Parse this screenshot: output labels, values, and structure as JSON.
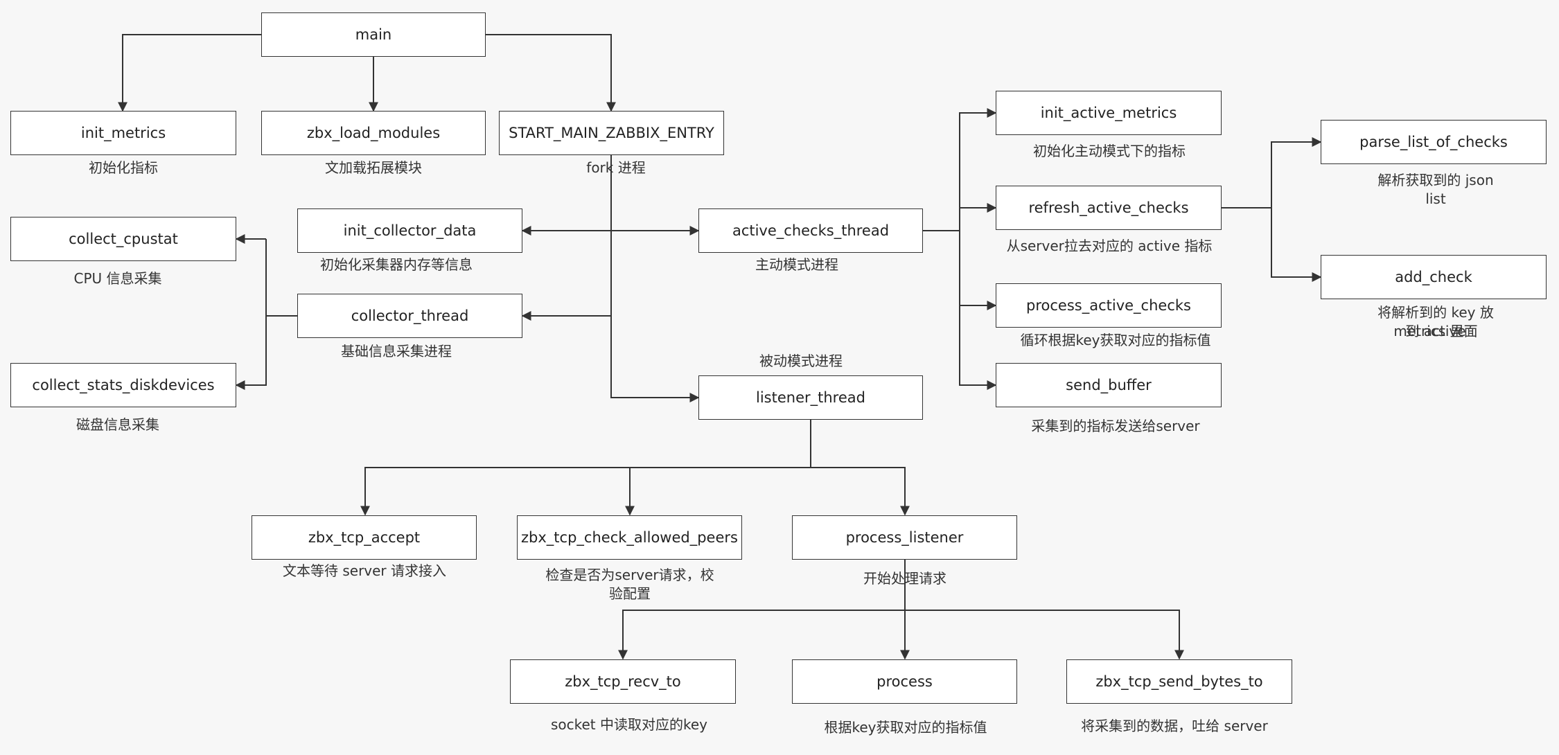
{
  "nodes": {
    "main": "main",
    "init_metrics": "init_metrics",
    "zbx_load_modules": "zbx_load_modules",
    "start_main": "START_MAIN_ZABBIX_ENTRY",
    "collect_cpustat": "collect_cpustat",
    "collect_stats_diskdevices": "collect_stats_diskdevices",
    "init_collector_data": "init_collector_data",
    "collector_thread": "collector_thread",
    "active_checks_thread": "active_checks_thread",
    "listener_thread": "listener_thread",
    "init_active_metrics": "init_active_metrics",
    "refresh_active_checks": "refresh_active_checks",
    "process_active_checks": "process_active_checks",
    "send_buffer": "send_buffer",
    "parse_list_of_checks": "parse_list_of_checks",
    "add_check": "add_check",
    "zbx_tcp_accept": "zbx_tcp_accept",
    "zbx_tcp_check_allowed_peers": "zbx_tcp_check_allowed_peers",
    "process_listener": "process_listener",
    "zbx_tcp_recv_to": "zbx_tcp_recv_to",
    "process": "process",
    "zbx_tcp_send_bytes_to": "zbx_tcp_send_bytes_to"
  },
  "captions": {
    "init_metrics": "初始化指标",
    "zbx_load_modules": "文加载拓展模块",
    "start_main": "fork 进程",
    "collect_cpustat": "CPU 信息采集",
    "collect_stats_diskdevices": "磁盘信息采集",
    "init_collector_data": "初始化采集器内存等信息",
    "collector_thread": "基础信息采集进程",
    "active_checks_thread": "主动模式进程",
    "listener_thread": "被动模式进程",
    "init_active_metrics": "初始化主动模式下的指标",
    "refresh_active_checks": "从server拉去对应的 active 指标",
    "process_active_checks": "循环根据key获取对应的指标值",
    "send_buffer": "采集到的指标发送给server",
    "parse_list_of_checks": "解析获取到的 json list",
    "add_check_line1": "将解析到的 key 放到 active",
    "add_check_line2": "metrics 里面",
    "zbx_tcp_accept": "文本等待 server 请求接入",
    "zbx_tcp_check_allowed_peers_line1": "检查是否为server请求，校",
    "zbx_tcp_check_allowed_peers_line2": "验配置",
    "process_listener": "开始处理请求",
    "zbx_tcp_recv_to": "socket 中读取对应的key",
    "process": "根据key获取对应的指标值",
    "zbx_tcp_send_bytes_to": "将采集到的数据，吐给 server"
  }
}
